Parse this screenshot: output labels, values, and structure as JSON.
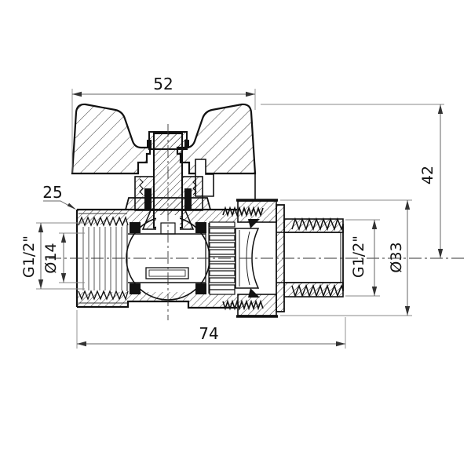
{
  "drawing": {
    "title": "Ball valve with butterfly handle - sectional drawing",
    "background": "#ffffff",
    "line_color": "#111111",
    "dim_color": "#666666",
    "labels": {
      "handle_width": "52",
      "height_to_axis": "42",
      "body_hex": "25",
      "overall_length": "74",
      "left_thread": "G1/2\"",
      "bore": "Ø14",
      "right_thread": "G1/2\"",
      "union_nut": "Ø33"
    }
  }
}
